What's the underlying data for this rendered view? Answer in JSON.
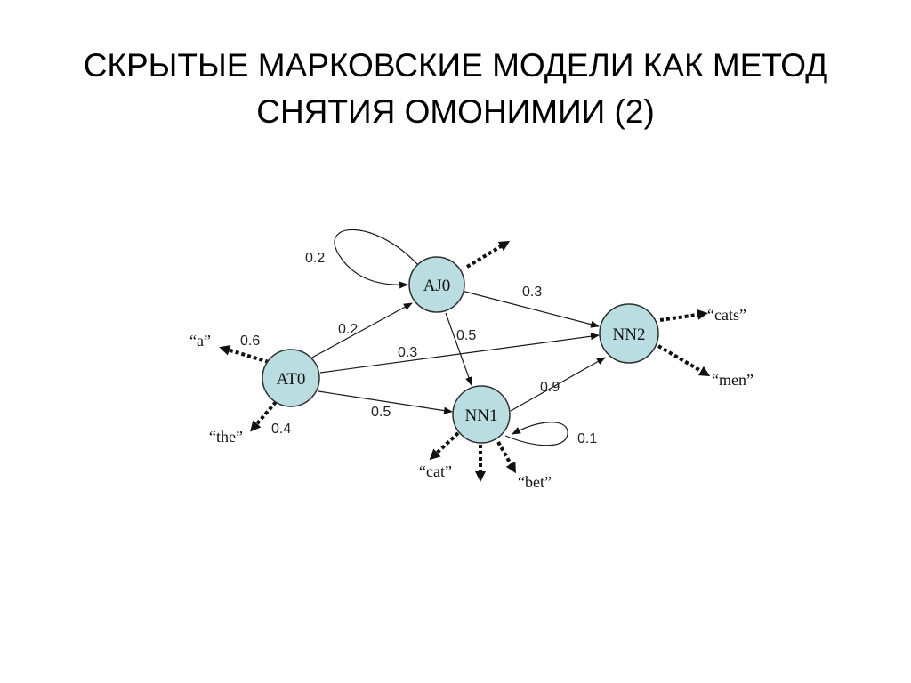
{
  "title": {
    "line1": "СКРЫТЫЕ МАРКОВСКИЕ МОДЕЛИ КАК МЕТОД",
    "line2": "СНЯТИЯ ОМОНИМИИ (2)"
  },
  "diagram": {
    "node_fill": "#b9dde1",
    "nodes": {
      "at0": "AT0",
      "aj0": "AJ0",
      "nn1": "NN1",
      "nn2": "NN2"
    },
    "transitions": {
      "aj0_self": "0.2",
      "at0_aj0": "0.2",
      "at0_nn2": "0.3",
      "at0_nn1": "0.5",
      "aj0_nn2": "0.3",
      "aj0_nn1": "0.5",
      "nn1_nn2": "0.9",
      "nn1_self": "0.1"
    },
    "emissions": {
      "at0_a_prob": "0.6",
      "at0_the_prob": "0.4",
      "word_a": "“a”",
      "word_the": "“the”",
      "word_cats": "“cats”",
      "word_men": "“men”",
      "word_cat": "“cat”",
      "word_bet": "“bet”"
    }
  }
}
